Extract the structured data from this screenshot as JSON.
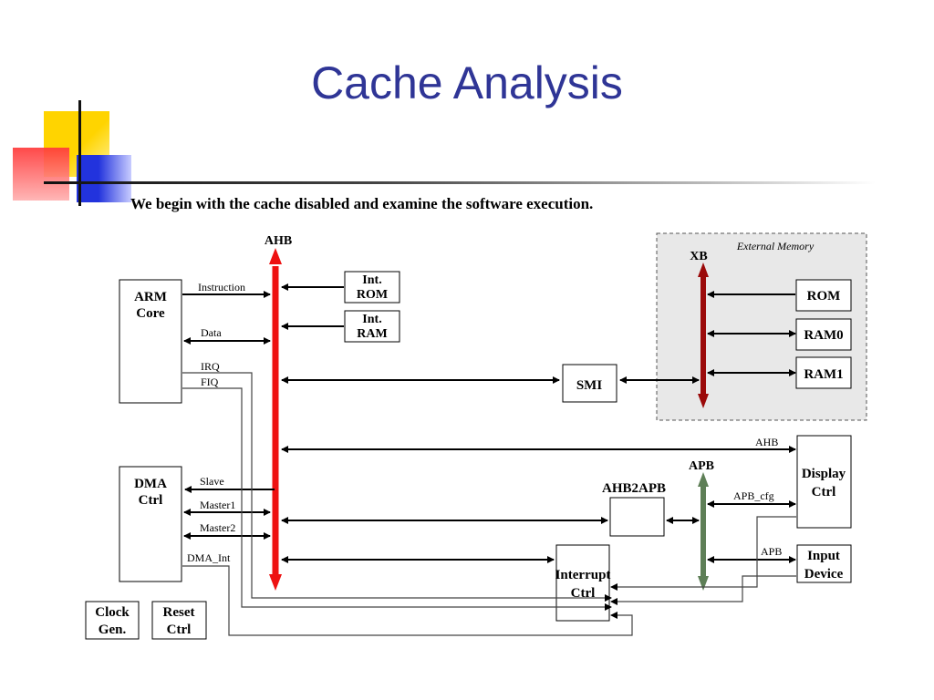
{
  "slide": {
    "title": "Cache Analysis",
    "subtitle": "We begin with the cache disabled and examine the software execution."
  },
  "colors": {
    "title": "#2f3596",
    "ahb_bus": "#ee1111",
    "xb_bus": "#9b0a0a",
    "apb_bus": "#5e7f57",
    "external_memory_bg": "#e8e8e8",
    "deco_yellow": "#ffd400",
    "deco_red": "#ff4040",
    "deco_blue": "#2233dd"
  },
  "diagram": {
    "buses": {
      "ahb": "AHB",
      "xb": "XB",
      "apb": "APB"
    },
    "external_memory_label": "External Memory",
    "blocks": {
      "arm_core": [
        "ARM",
        "Core"
      ],
      "dma_ctrl": [
        "DMA",
        "Ctrl"
      ],
      "int_rom": [
        "Int.",
        "ROM"
      ],
      "int_ram": [
        "Int.",
        "RAM"
      ],
      "smi": [
        "SMI"
      ],
      "rom": [
        "ROM"
      ],
      "ram0": [
        "RAM0"
      ],
      "ram1": [
        "RAM1"
      ],
      "display_ctrl": [
        "Display",
        "Ctrl"
      ],
      "input_device": [
        "Input",
        "Device"
      ],
      "ahb2apb": [
        "AHB2APB"
      ],
      "interrupt_ctrl": [
        "Interrupt",
        "Ctrl"
      ],
      "clock_gen": [
        "Clock",
        "Gen."
      ],
      "reset_ctrl": [
        "Reset",
        "Ctrl"
      ]
    },
    "signals": {
      "instruction": "Instruction",
      "data": "Data",
      "irq": "IRQ",
      "fiq": "FIQ",
      "slave": "Slave",
      "master1": "Master1",
      "master2": "Master2",
      "dma_int": "DMA_Int",
      "ahb_display": "AHB",
      "apb_cfg": "APB_cfg",
      "apb_input": "APB"
    }
  }
}
